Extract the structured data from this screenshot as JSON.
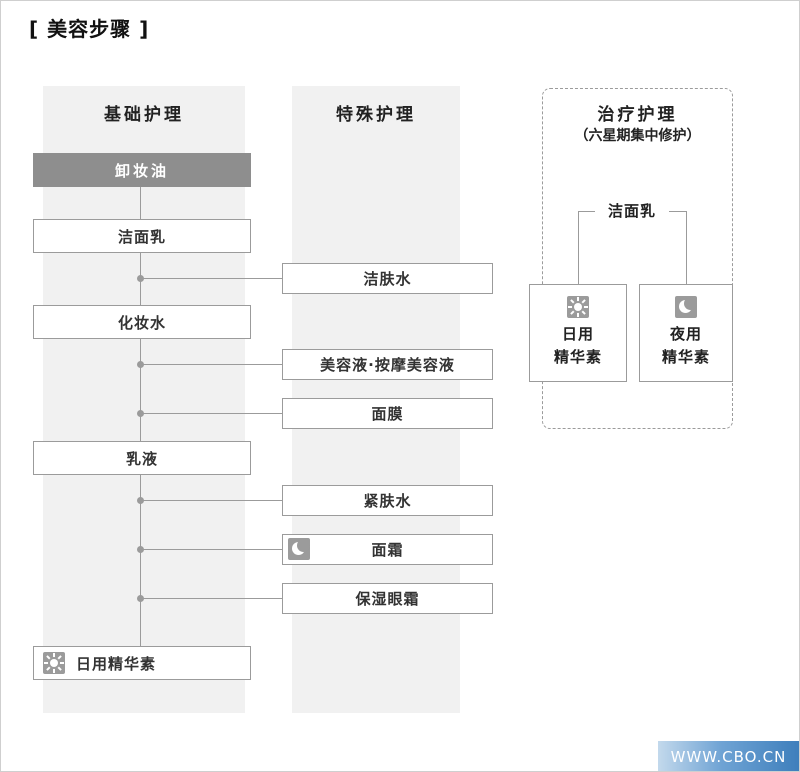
{
  "page": {
    "title": "[ 美容步骤 ]",
    "watermark": "WWW.CBO.CN"
  },
  "basic": {
    "header": "基础护理",
    "steps": [
      {
        "label": "卸妆油",
        "style": "dark"
      },
      {
        "label": "洁面乳"
      },
      {
        "label": "化妆水"
      },
      {
        "label": "乳液"
      },
      {
        "label": "日用精华素",
        "icon": "sun-icon"
      }
    ]
  },
  "special": {
    "header": "特殊护理",
    "steps": [
      {
        "label": "洁肤水"
      },
      {
        "label": "美容液·按摩美容液"
      },
      {
        "label": "面膜"
      },
      {
        "label": "紧肤水"
      },
      {
        "label": "面霜",
        "icon": "moon-icon"
      },
      {
        "label": "保湿眼霜"
      }
    ]
  },
  "treatment": {
    "header": "治疗护理",
    "subheader": "（六星期集中修护）",
    "branch_label": "洁面乳",
    "items": [
      {
        "line1": "日用",
        "line2": "精华素",
        "icon": "sun-icon"
      },
      {
        "line1": "夜用",
        "line2": "精华素",
        "icon": "moon-icon"
      }
    ]
  },
  "colors": {
    "dark_box_bg": "#8e8e8e",
    "panel_bg": "#f1f1f1",
    "line": "#9b9b9b",
    "watermark_gradient_start": "#c3d9ec",
    "watermark_gradient_end": "#3e7fbc"
  }
}
